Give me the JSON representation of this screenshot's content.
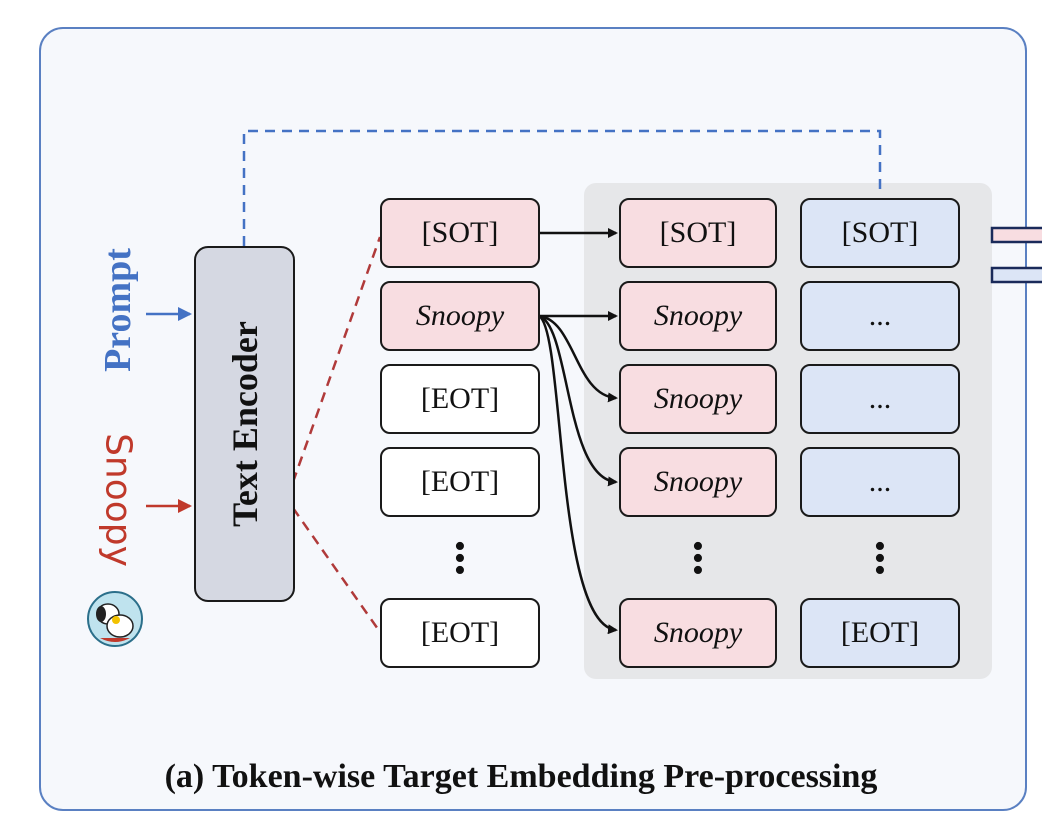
{
  "encoder": {
    "label": "Text Encoder"
  },
  "inputs": {
    "prompt": "Prompt",
    "snoopy": "Snoopy"
  },
  "column1": [
    "[SOT]",
    "Snoopy",
    "[EOT]",
    "[EOT]",
    "[EOT]"
  ],
  "column2": [
    "[SOT]",
    "Snoopy",
    "Snoopy",
    "Snoopy",
    "Snoopy"
  ],
  "column3": [
    "[SOT]",
    "...",
    "...",
    "...",
    "[EOT]"
  ],
  "caption": "(a) Token-wise Target Embedding Pre-processing",
  "colors": {
    "panel_border": "#5a80c2",
    "pink": "#f8dde1",
    "blue": "#dce5f6",
    "red_dash": "#b03a3a",
    "blue_dash": "#4472c4"
  }
}
